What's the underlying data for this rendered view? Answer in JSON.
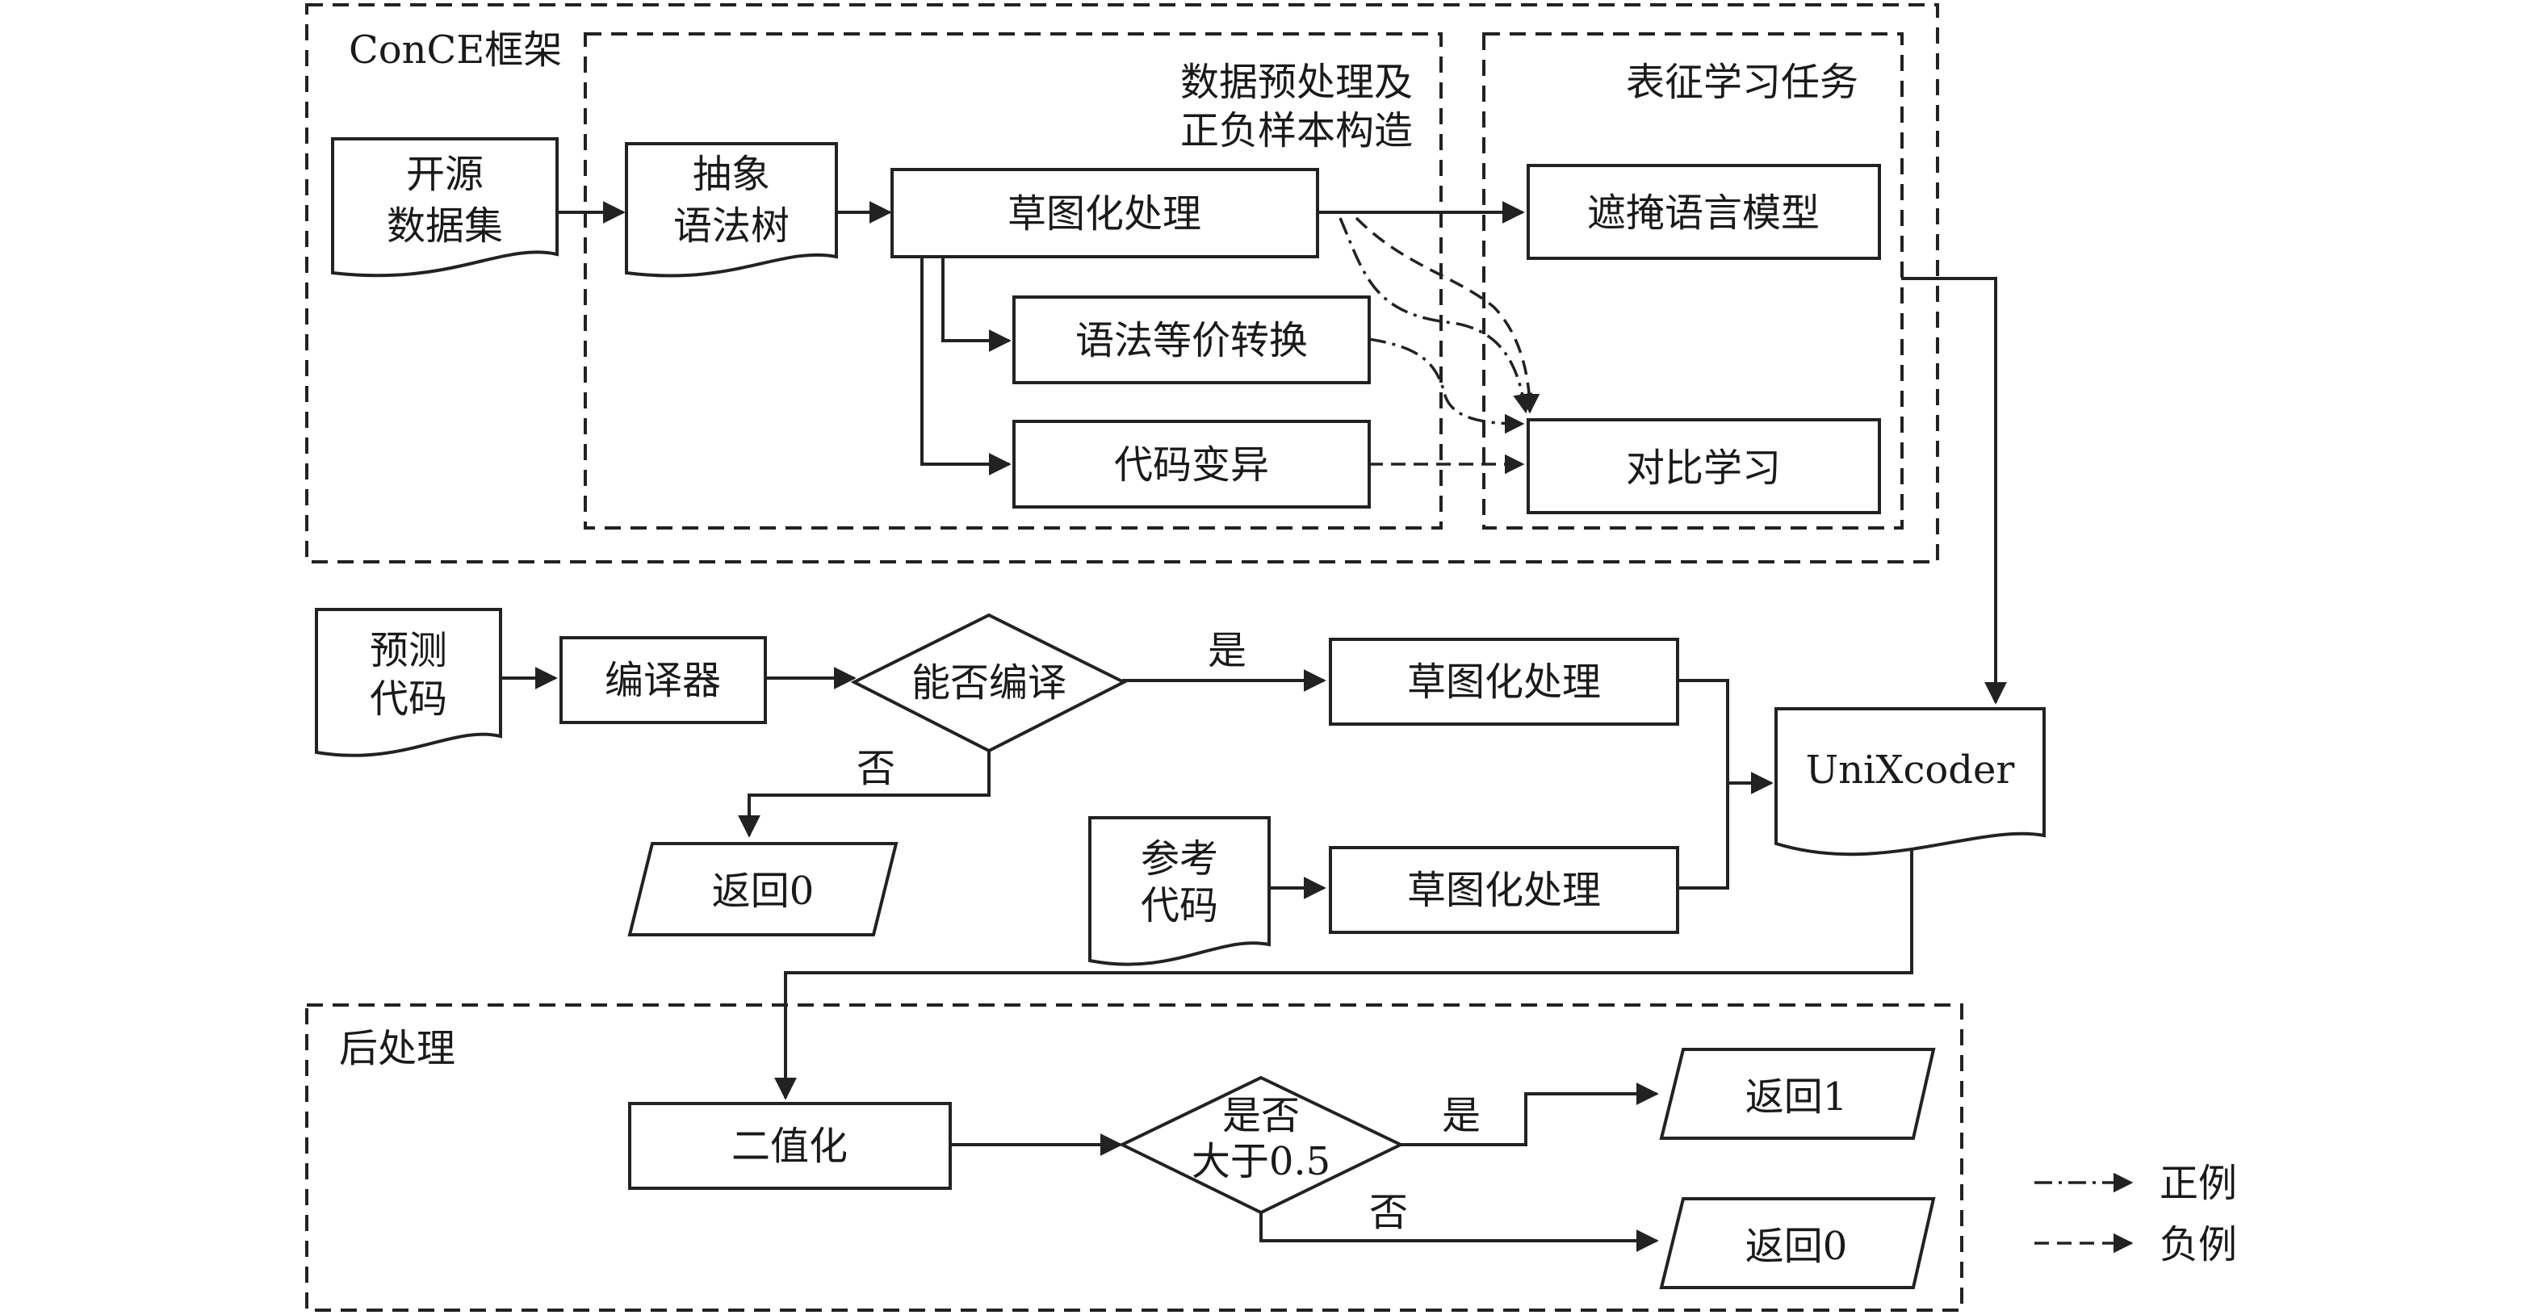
{
  "frames": {
    "conce": "ConCE框架",
    "preprocess_line1": "数据预处理及",
    "preprocess_line2": "正负样本构造",
    "tasks": "表征学习任务",
    "post": "后处理"
  },
  "nodes": {
    "dataset_line1": "开源",
    "dataset_line2": "数据集",
    "ast_line1": "抽象",
    "ast_line2": "语法树",
    "sketch_top": "草图化处理",
    "equiv": "语法等价转换",
    "mutation": "代码变异",
    "mlm": "遮掩语言模型",
    "contrastive": "对比学习",
    "pred_line1": "预测",
    "pred_line2": "代码",
    "compiler": "编译器",
    "can_compile": "能否编译",
    "sketch_pred": "草图化处理",
    "return0_top": "返回0",
    "ref_line1": "参考",
    "ref_line2": "代码",
    "sketch_ref": "草图化处理",
    "unixcoder": "UniXcoder",
    "binarize": "二值化",
    "gt_line1": "是否",
    "gt_line2": "大于0.5",
    "return1": "返回1",
    "return0_bottom": "返回0"
  },
  "edge_labels": {
    "compile_yes": "是",
    "compile_no": "否",
    "gt_yes": "是",
    "gt_no": "否"
  },
  "legend": {
    "positive": "正例",
    "negative": "负例"
  }
}
